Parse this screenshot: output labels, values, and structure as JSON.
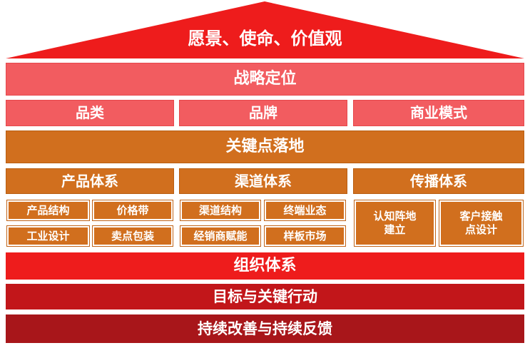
{
  "roof": {
    "title": "愿景、使命、价值观",
    "color": "#ee1c1c"
  },
  "strategy": {
    "title": "战略定位"
  },
  "strategy_items": [
    "品类",
    "品牌",
    "商业模式"
  ],
  "landing": {
    "title": "关键点落地"
  },
  "systems": [
    {
      "name": "产品体系",
      "items": [
        "产品结构",
        "价格带",
        "工业设计",
        "卖点包装"
      ]
    },
    {
      "name": "渠道体系",
      "items": [
        "渠道结构",
        "终端业态",
        "经销商赋能",
        "样板市场"
      ]
    },
    {
      "name": "传播体系",
      "items": [
        "认知阵地\n建立",
        "客户接触\n点设计"
      ]
    }
  ],
  "org": {
    "title": "组织体系"
  },
  "goals": {
    "title": "目标与关键行动"
  },
  "improve": {
    "title": "持续改善与持续反馈"
  },
  "colors": {
    "red": "#ee1c1c",
    "pink": "#f25c60",
    "orange": "#d16f1e",
    "dark_red_1": "#c2161a",
    "dark_red_2": "#a8161a"
  }
}
